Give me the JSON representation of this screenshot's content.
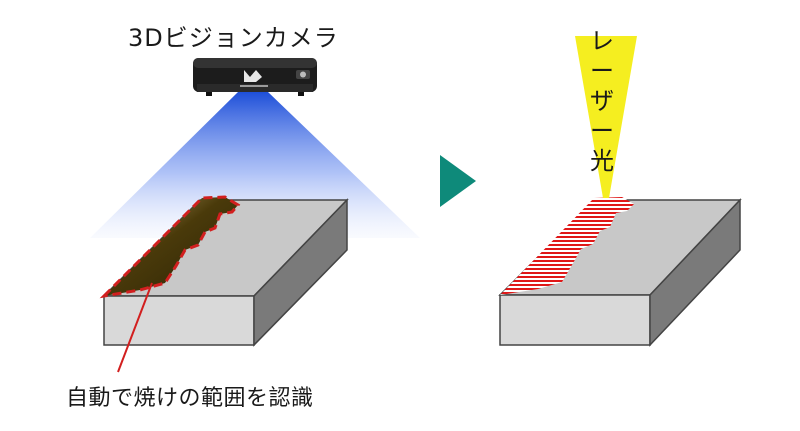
{
  "labels": {
    "camera_title": "3Dビジョンカメラ",
    "recognize_caption": "自動で焼けの範囲を認識",
    "laser_label": "レーザー光"
  },
  "icons": {
    "camera": "3d-camera-icon",
    "arrow": "right-triangle-arrow-icon"
  },
  "colors": {
    "arrow": "#0e8a7a",
    "highlight_border": "#d21f1f",
    "burn_area": "#5a4a10",
    "laser_beam": "#f5ee20",
    "camera_beam": "#1e4fd8",
    "block_top": "#c8c8c8",
    "block_front": "#d9d9d9",
    "block_side": "#7a7a7a"
  }
}
